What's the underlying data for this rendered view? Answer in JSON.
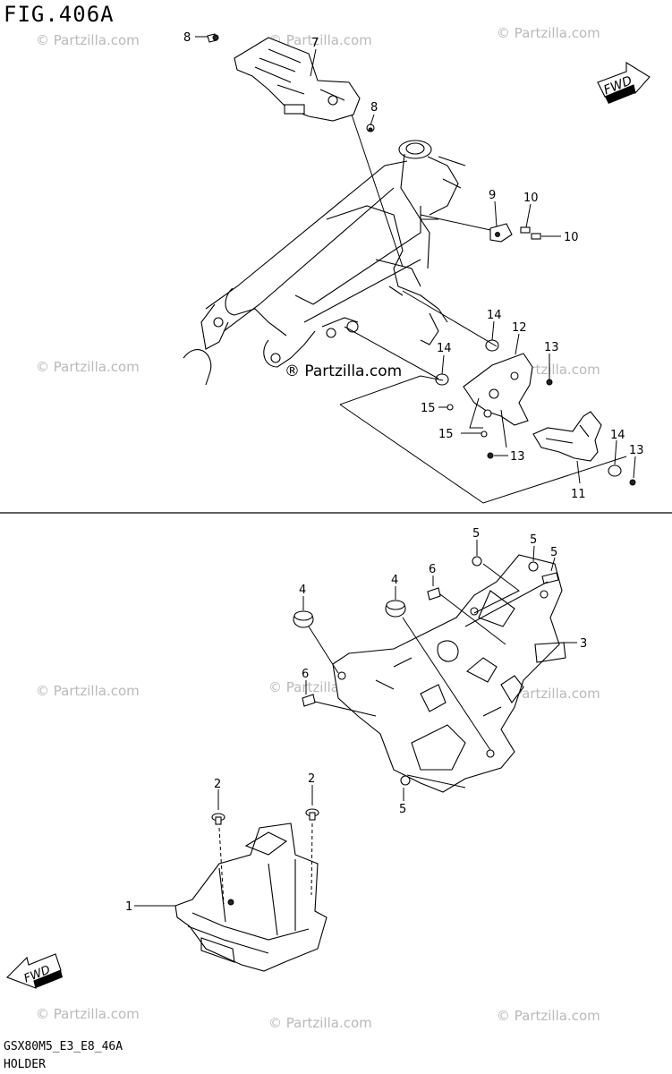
{
  "figure": {
    "title": "FIG.406A",
    "code": "GSX80M5_E3_E8_46A",
    "name": "HOLDER"
  },
  "fwd_label": "FWD",
  "watermark": {
    "text": "© Partzilla.com",
    "center_text": "® Partzilla.com"
  },
  "callouts": [
    "8",
    "7",
    "8",
    "9",
    "10",
    "10",
    "14",
    "12",
    "13",
    "14",
    "15",
    "15",
    "13",
    "11",
    "14",
    "13",
    "5",
    "5",
    "5",
    "6",
    "4",
    "4",
    "3",
    "6",
    "5",
    "2",
    "2",
    "1"
  ],
  "colors": {
    "ink": "#000000",
    "watermark": "#b9b9b9",
    "background": "#ffffff"
  }
}
